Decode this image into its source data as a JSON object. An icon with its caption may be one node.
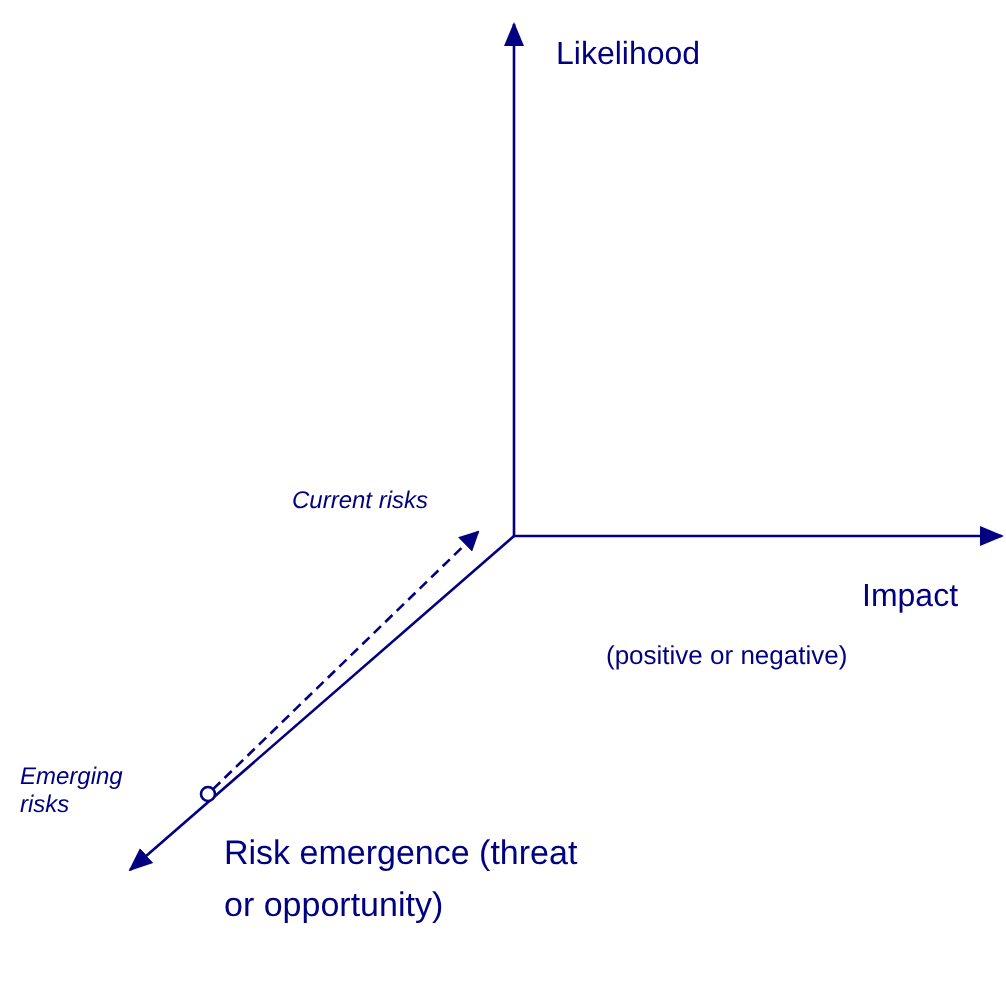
{
  "diagram": {
    "nodes": [
      {
        "text": [],
        "shape": "circle",
        "beside": [
          "Emerging risks"
        ]
      },
      {
        "text": [
          "Current risks"
        ]
      }
    ],
    "edges": [
      {
        "from": 0,
        "to": 1,
        "arrow": "to",
        "style": "dashed"
      }
    ],
    "labels": [
      "Likelihood",
      "Impact",
      "(positive or negative)",
      "Risk emergence (threat or opportunity)"
    ]
  }
}
